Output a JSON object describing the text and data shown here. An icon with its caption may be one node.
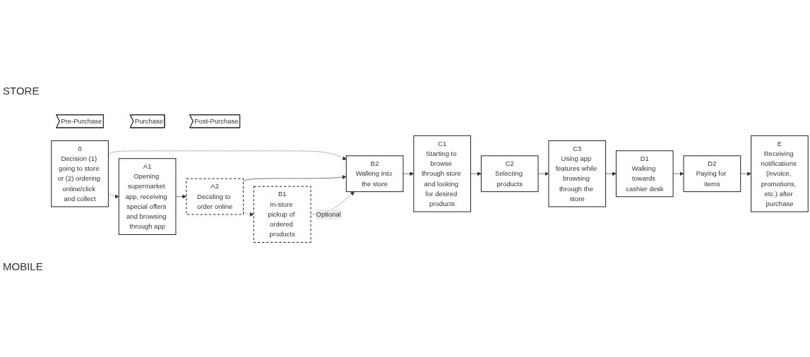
{
  "diagram": {
    "nodes": [
      {
        "text": [
          "Pre-Purchase"
        ]
      },
      {
        "text": [
          "Purchase"
        ]
      },
      {
        "text": [
          "Post-Purchase"
        ]
      },
      {
        "text": [
          "0",
          "Decision (1) going to store or (2) ordering online/click and collect"
        ]
      },
      {
        "text": [
          "A1",
          "Opening supermarket app, receiving special offers and browsing through app"
        ]
      },
      {
        "text": [
          "A2",
          "Deciding to order online"
        ]
      },
      {
        "text": [
          "B1",
          "In-store pickup of ordered products"
        ]
      },
      {
        "text": [
          "B2",
          "Walking into the store"
        ]
      },
      {
        "text": [
          "C1",
          "Starting to browse through store and looking for desired products"
        ]
      },
      {
        "text": [
          "C2",
          "Selecting products"
        ]
      },
      {
        "text": [
          "C3",
          "Using app features while browsing through the store"
        ]
      },
      {
        "text": [
          "D1",
          "Walking towards cashier desk"
        ]
      },
      {
        "text": [
          "D2",
          "Paying for items"
        ]
      },
      {
        "text": [
          "E",
          "Receiving notifications (invoice, promotions, etc.) after purchase"
        ]
      }
    ],
    "edges": [
      {
        "from": 3,
        "to": 7,
        "arrow": "to",
        "style": "dashed"
      },
      {
        "from": 3,
        "to": 4,
        "arrow": "to",
        "style": "dashed"
      },
      {
        "from": 4,
        "to": 5,
        "arrow": "to"
      },
      {
        "from": 5,
        "to": 7,
        "arrow": "to"
      },
      {
        "from": 5,
        "to": 6,
        "arrow": "to",
        "style": "dashed"
      },
      {
        "from": 6,
        "to": 7,
        "arrow": "to",
        "style": "dashed",
        "label": "Optional"
      },
      {
        "from": 7,
        "to": 8,
        "arrow": "to"
      },
      {
        "from": 8,
        "to": 9,
        "arrow": "to"
      },
      {
        "from": 9,
        "to": 10,
        "arrow": "to"
      },
      {
        "from": 10,
        "to": 11,
        "arrow": "to"
      },
      {
        "from": 11,
        "to": 12,
        "arrow": "to"
      },
      {
        "from": 12,
        "to": 13,
        "arrow": "to"
      }
    ],
    "labels": [
      "STORE",
      "MOBILE"
    ]
  }
}
